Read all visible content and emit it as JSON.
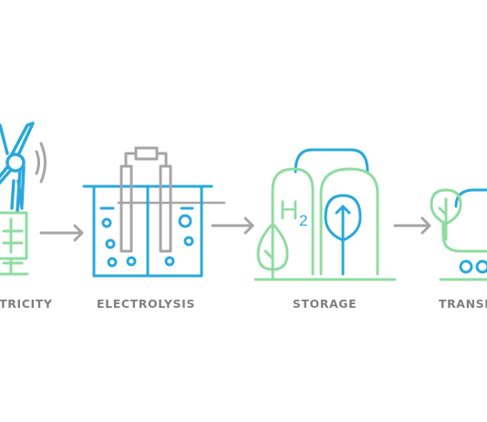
{
  "stages": [
    {
      "id": "electricity",
      "label": "ELECTRICITY"
    },
    {
      "id": "electrolysis",
      "label": "ELECTROLYSIS"
    },
    {
      "id": "storage",
      "label": "STORAGE",
      "symbol": "H",
      "symbol_sub": "2"
    },
    {
      "id": "transport",
      "label": "TRANSPORT"
    }
  ],
  "icons": {
    "electricity": [
      "wind-turbine-icon",
      "wind-signal-icon",
      "solar-panel-icon"
    ],
    "electrolysis": [
      "electrolyzer-icon",
      "electrode-icon",
      "bubble-icon"
    ],
    "storage": [
      "storage-tank-icon",
      "leaf-icon",
      "hydrogen-symbol"
    ],
    "transport": [
      "truck-tank-icon",
      "leaf-icon",
      "wheel-icon"
    ],
    "arrows": "arrow-right-icon"
  },
  "colors": {
    "blue": "#2aa8dc",
    "green": "#8fdca0",
    "gray": "#a5a5a5",
    "label": "#7f7f7f",
    "background": "#ffffff"
  }
}
